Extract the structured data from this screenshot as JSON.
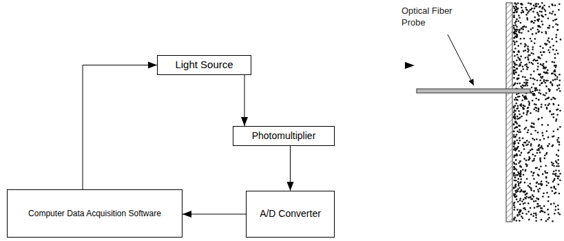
{
  "diagram": {
    "nodes": [
      {
        "text": [
          "Light Source"
        ]
      },
      {
        "text": [
          "Photomultiplier"
        ]
      },
      {
        "text": [
          "A/D Converter"
        ]
      },
      {
        "text": [
          "Computer Data Acquisition Software"
        ]
      }
    ],
    "edges": [
      {
        "from": 3,
        "to": 0,
        "arrow": "to"
      },
      {
        "from": 0,
        "to": 1,
        "arrow": "to"
      },
      {
        "from": 1,
        "to": 2,
        "arrow": "to"
      },
      {
        "from": 2,
        "to": 3,
        "arrow": "to"
      }
    ],
    "labels": [
      "Optical Fiber Probe"
    ]
  }
}
